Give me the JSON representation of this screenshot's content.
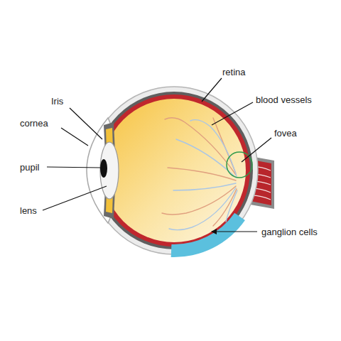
{
  "diagram": {
    "labels": [
      "Iris",
      "cornea",
      "pupil",
      "lens",
      "retina",
      "blood vessels",
      "fovea",
      "ganglion cells"
    ]
  }
}
